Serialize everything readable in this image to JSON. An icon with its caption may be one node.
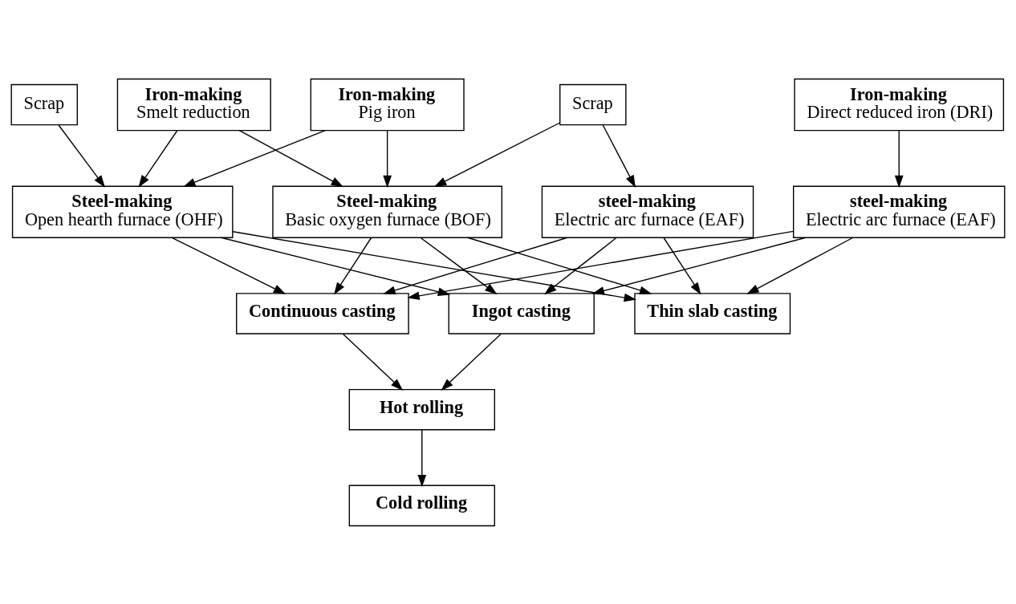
{
  "diagram": {
    "nodes": [
      {
        "text": [
          "Scrap"
        ]
      },
      {
        "text": [
          "Iron-making",
          "Pig iron"
        ]
      },
      {
        "text": [
          "Iron-making",
          "Smelt reduction"
        ]
      },
      {
        "text": [
          "Iron-making",
          "Direct reduced iron (DRI)"
        ]
      },
      {
        "text": [
          "Scrap"
        ]
      },
      {
        "text": [
          "Steel-making",
          "Open hearth furnace (OHF)"
        ]
      },
      {
        "text": [
          "Steel-making",
          "Basic oxygen furnace (BOF)"
        ]
      },
      {
        "text": [
          "steel-making",
          "Electric arc furnace (EAF)"
        ]
      },
      {
        "text": [
          "steel-making",
          "Electric arc furnace (EAF)"
        ]
      },
      {
        "text": [
          "Ingot casting"
        ]
      },
      {
        "text": [
          "Continuous casting"
        ]
      },
      {
        "text": [
          "Thin slab casting"
        ]
      },
      {
        "text": [
          "Hot rolling"
        ]
      },
      {
        "text": [
          "Cold rolling"
        ]
      }
    ],
    "edges": [
      {
        "from": 0,
        "to": 5,
        "arrow": "to"
      },
      {
        "from": 1,
        "to": 5,
        "arrow": "to"
      },
      {
        "from": 1,
        "to": 6,
        "arrow": "to"
      },
      {
        "from": 2,
        "to": 5,
        "arrow": "to"
      },
      {
        "from": 2,
        "to": 6,
        "arrow": "to"
      },
      {
        "from": 4,
        "to": 6,
        "arrow": "to"
      },
      {
        "from": 3,
        "to": 7,
        "arrow": "to"
      },
      {
        "from": 4,
        "to": 8,
        "arrow": "to"
      },
      {
        "from": 5,
        "to": 9,
        "arrow": "to"
      },
      {
        "from": 5,
        "to": 10,
        "arrow": "to"
      },
      {
        "from": 5,
        "to": 11,
        "arrow": "to"
      },
      {
        "from": 6,
        "to": 9,
        "arrow": "to"
      },
      {
        "from": 6,
        "to": 10,
        "arrow": "to"
      },
      {
        "from": 6,
        "to": 11,
        "arrow": "to"
      },
      {
        "from": 7,
        "to": 9,
        "arrow": "to"
      },
      {
        "from": 7,
        "to": 10,
        "arrow": "to"
      },
      {
        "from": 7,
        "to": 11,
        "arrow": "to"
      },
      {
        "from": 8,
        "to": 9,
        "arrow": "to"
      },
      {
        "from": 8,
        "to": 10,
        "arrow": "to"
      },
      {
        "from": 8,
        "to": 11,
        "arrow": "to"
      },
      {
        "from": 9,
        "to": 12,
        "arrow": "to"
      },
      {
        "from": 10,
        "to": 12,
        "arrow": "to"
      },
      {
        "from": 12,
        "to": 13,
        "arrow": "to"
      }
    ]
  }
}
